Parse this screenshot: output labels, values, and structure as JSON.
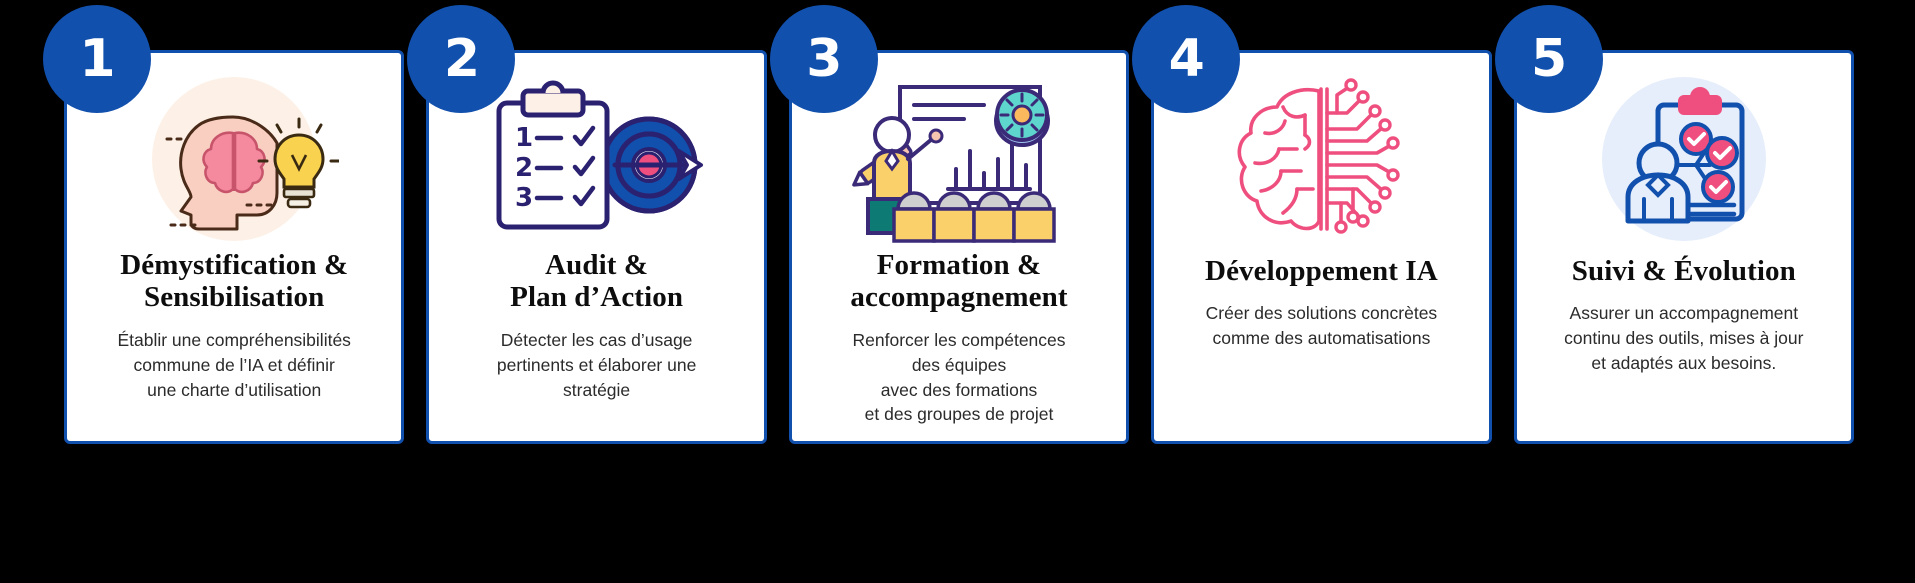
{
  "theme": {
    "background": "#000000",
    "card_background": "#ffffff",
    "card_border": "#1150ad",
    "badge_background": "#1150ad",
    "badge_text": "#ffffff",
    "title_text": "#0d0d0d",
    "body_text": "#2b2b2b",
    "accent_pink": "#ef4f7f",
    "accent_navy": "#2b2171",
    "accent_teal": "#5fd6cd",
    "accent_yellow": "#f7d154",
    "accent_blue": "#1150ad"
  },
  "steps": [
    {
      "number": "1",
      "icon": "brain-lightbulb-icon",
      "title": "Démystification &\nSensibilisation",
      "body": "Établir une compréhensibilités\ncommune de l’IA et définir\nune charte d’utilisation"
    },
    {
      "number": "2",
      "icon": "clipboard-target-icon",
      "title": "Audit &\nPlan d’Action",
      "body": "Détecter les cas d’usage\npertinents et élaborer une\nstratégie"
    },
    {
      "number": "3",
      "icon": "training-presentation-icon",
      "title": "Formation &\naccompagnement",
      "body": "Renforcer les compétences\ndes équipes\navec des formations\net des groupes de projet"
    },
    {
      "number": "4",
      "icon": "ai-circuit-brain-icon",
      "title": "Développement IA",
      "body": "Créer des solutions concrètes\ncomme des automatisations"
    },
    {
      "number": "5",
      "icon": "person-checklist-icon",
      "title": "Suivi & Évolution",
      "body": "Assurer un accompagnement\ncontinu des outils, mises à jour\net adaptés aux besoins."
    }
  ]
}
